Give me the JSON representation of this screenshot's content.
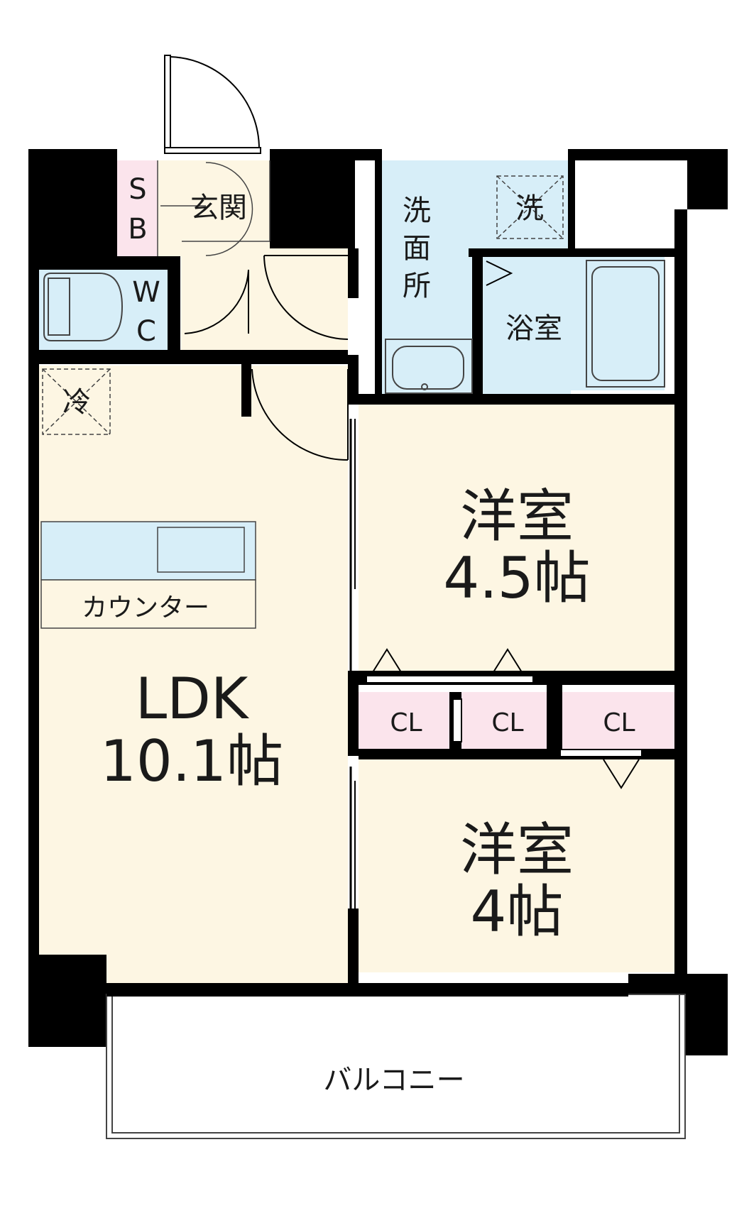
{
  "rooms": {
    "ldk": {
      "name": "LDK",
      "size": "10.1帖"
    },
    "western1": {
      "name": "洋室",
      "size": "4.5帖"
    },
    "western2": {
      "name": "洋室",
      "size": "4帖"
    },
    "entrance": "玄関",
    "shoe_box": {
      "line1": "S",
      "line2": "B"
    },
    "toilet": {
      "line1": "W",
      "line2": "C"
    },
    "washroom": {
      "line1": "洗",
      "line2": "面",
      "line3": "所"
    },
    "washer": "洗",
    "bathroom": "浴室",
    "fridge": "冷",
    "counter": "カウンター",
    "closets": [
      "CL",
      "CL",
      "CL"
    ],
    "balcony": "バルコニー"
  },
  "colors": {
    "wall": "#000000",
    "living": "#fdf6e3",
    "wet_area": "#d7eef8",
    "storage": "#fbe4ec",
    "balcony": "#ffffff",
    "fixture_line": "#444444"
  },
  "icons": {
    "toilet": "toilet-icon",
    "bathtub": "bathtub-icon",
    "sink": "sink-icon",
    "kitchen_sink": "kitchen-sink-icon"
  }
}
